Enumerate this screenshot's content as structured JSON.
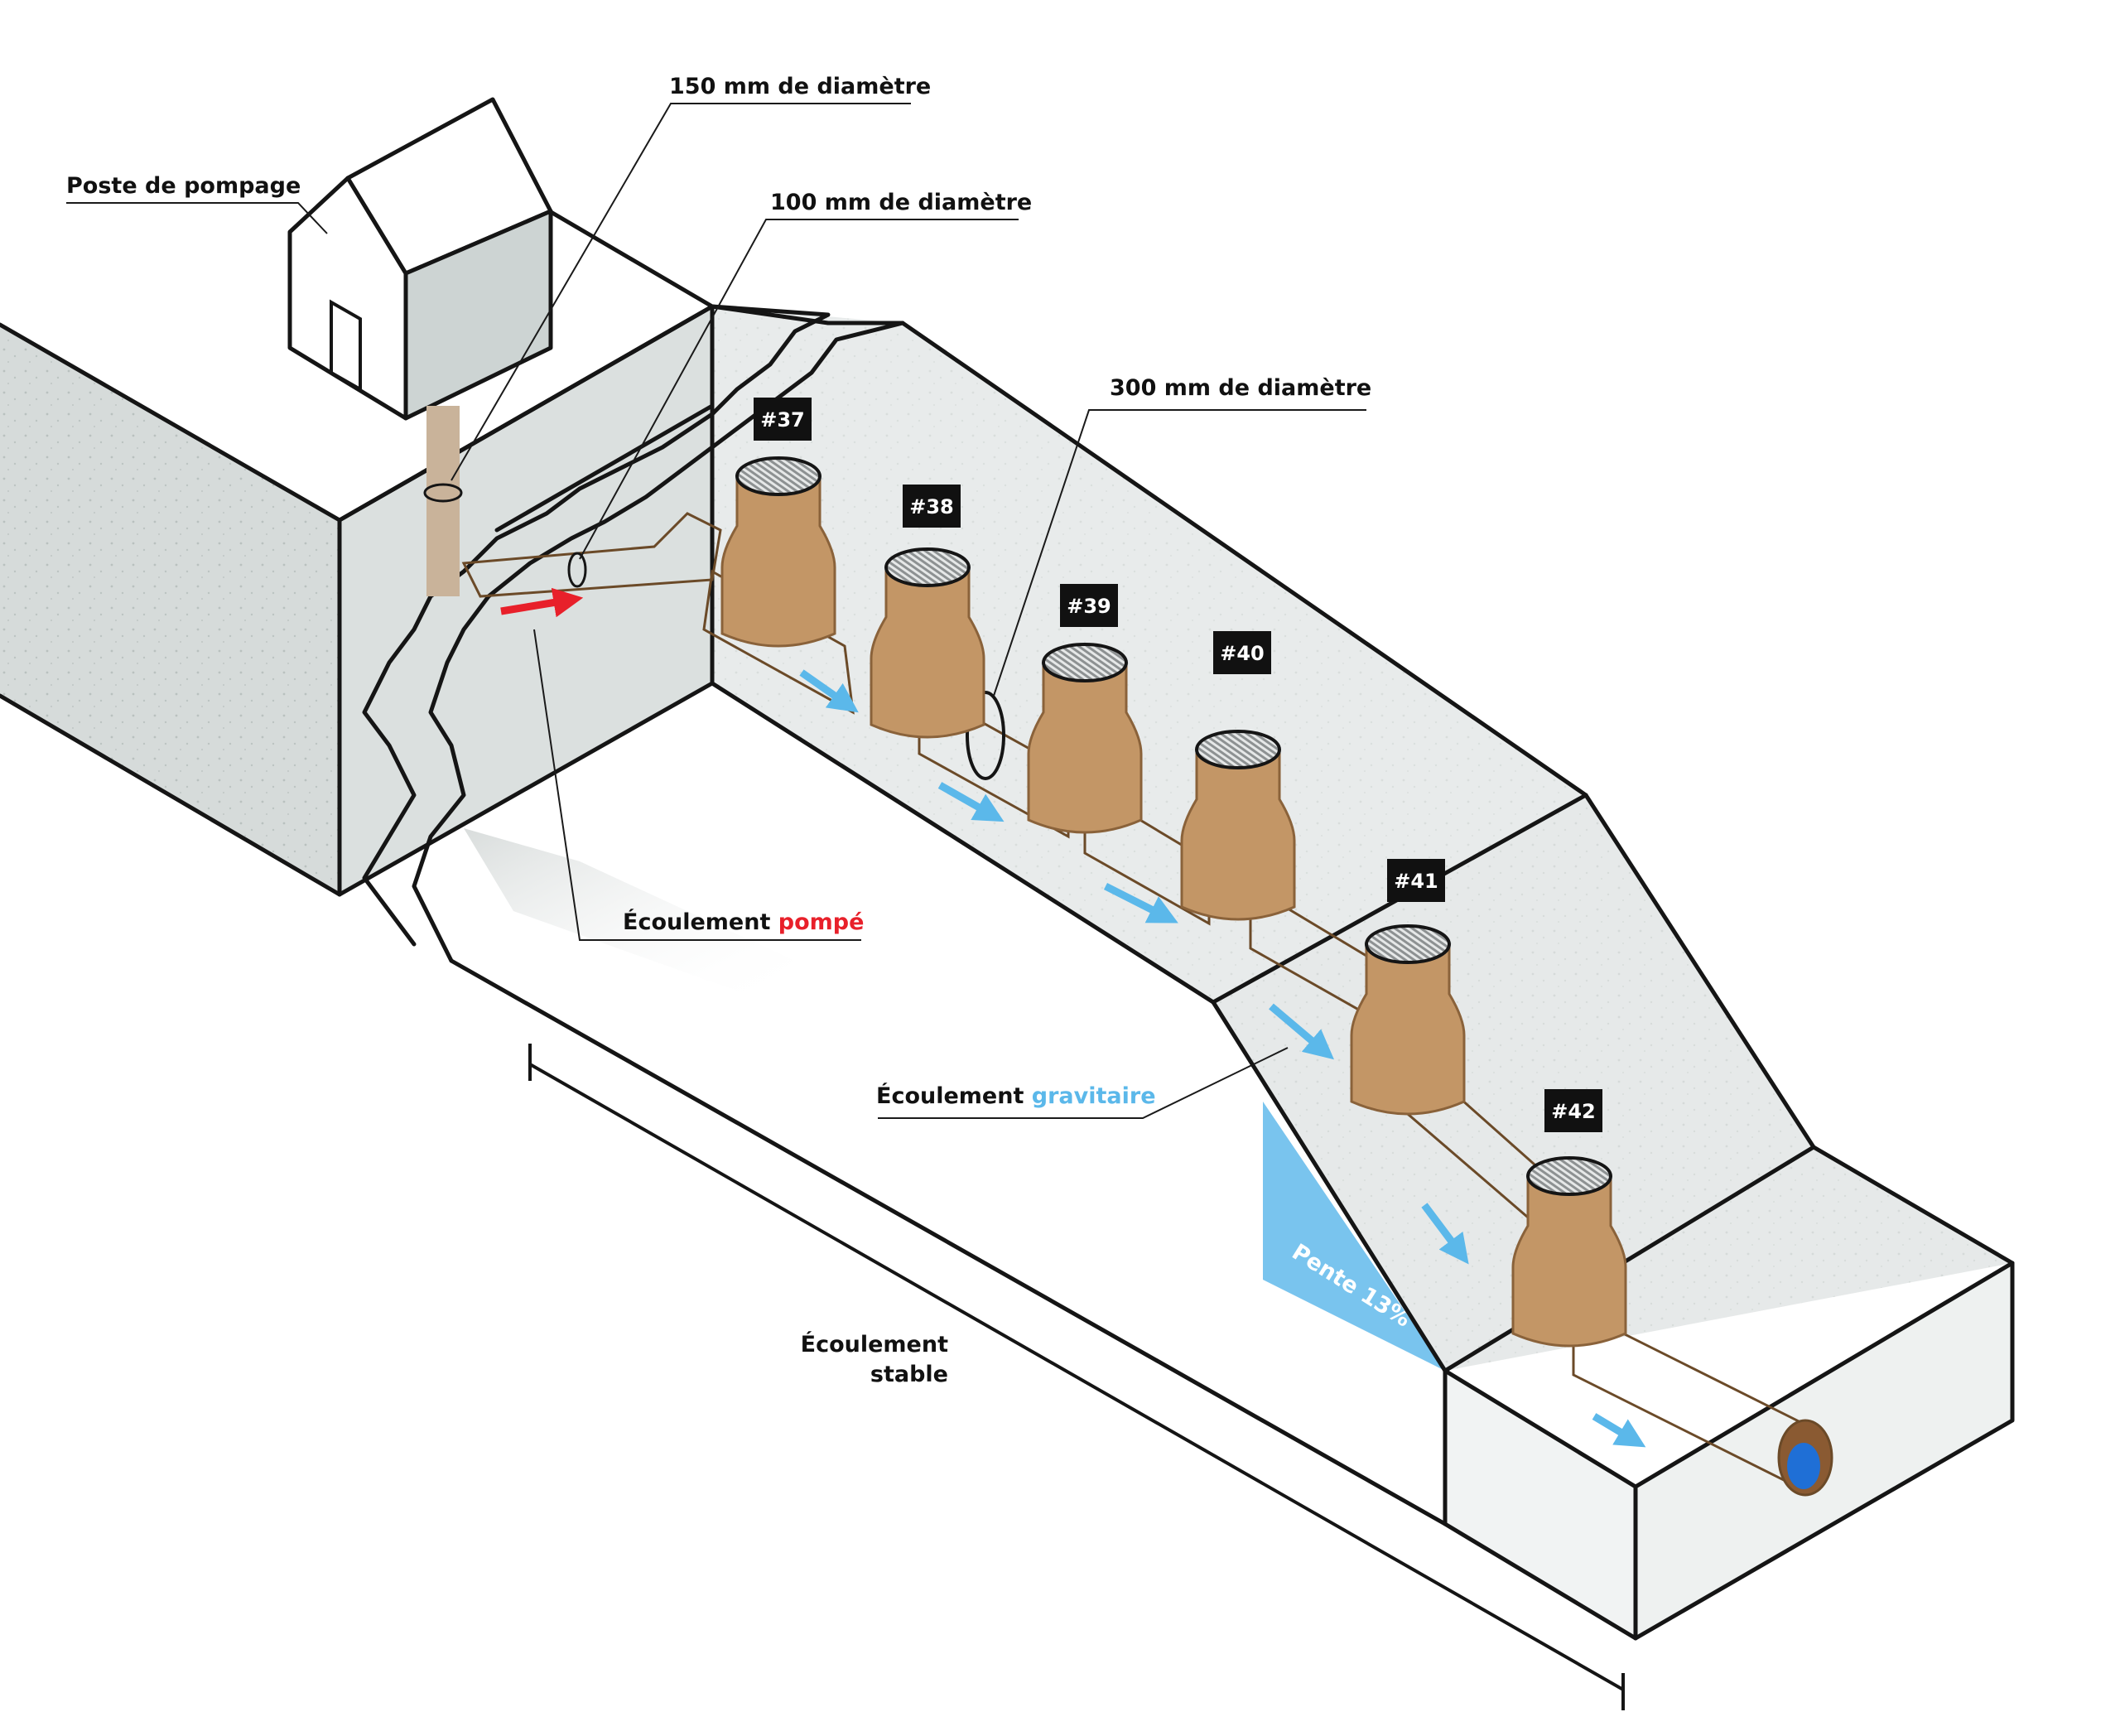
{
  "labels": {
    "pumping_station": "Poste de pompage",
    "diameter_150": "150 mm de diamètre",
    "diameter_100": "100 mm de diamètre",
    "diameter_300": "300 mm de diamètre",
    "pumped_flow_prefix": "Écoulement",
    "pumped_flow_word": "pompé",
    "gravity_flow_prefix": "Écoulement",
    "gravity_flow_word": "gravitaire",
    "stable_flow_line1": "Écoulement",
    "stable_flow_line2": "stable",
    "slope": "Pente 13%"
  },
  "manholes": [
    "#37",
    "#38",
    "#39",
    "#40",
    "#41",
    "#42"
  ],
  "colors": {
    "pumped": "#e8202a",
    "gravity": "#5bb8ea",
    "pipe": "#c39666",
    "soil": "#d7dcdb",
    "slope_fill": "#79c4ee",
    "water": "#1f6fd6"
  }
}
